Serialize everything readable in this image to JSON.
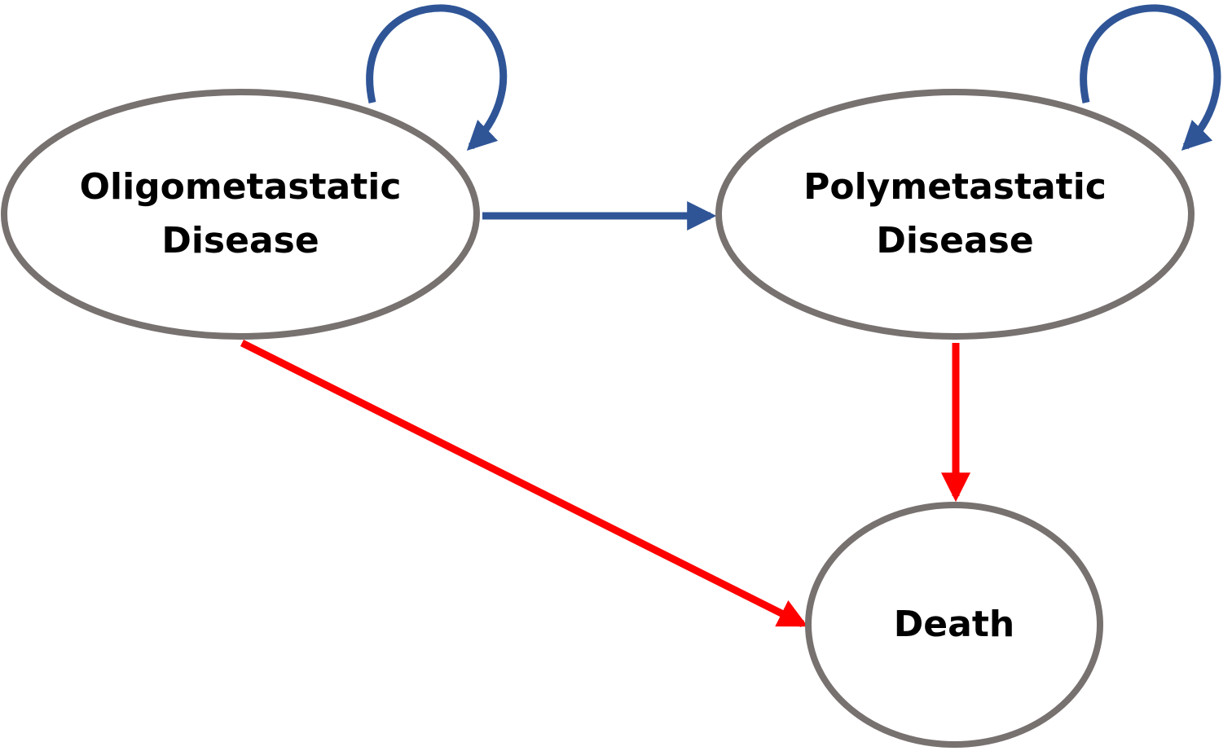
{
  "nodes": [
    {
      "id": "oligometastatic",
      "lines": [
        "Oligometastatic",
        "Disease"
      ]
    },
    {
      "id": "polymetastatic",
      "lines": [
        "Polymetastatic",
        "Disease"
      ]
    },
    {
      "id": "death",
      "lines": [
        "Death"
      ]
    }
  ],
  "edges": [
    {
      "from": "oligometastatic",
      "to": "oligometastatic",
      "kind": "self-loop",
      "color": "blue"
    },
    {
      "from": "polymetastatic",
      "to": "polymetastatic",
      "kind": "self-loop",
      "color": "blue"
    },
    {
      "from": "oligometastatic",
      "to": "polymetastatic",
      "kind": "transition",
      "color": "blue"
    },
    {
      "from": "oligometastatic",
      "to": "death",
      "kind": "transition",
      "color": "red"
    },
    {
      "from": "polymetastatic",
      "to": "death",
      "kind": "transition",
      "color": "red"
    }
  ],
  "colors": {
    "node_stroke": "#77716f",
    "text": "#000000",
    "blue_arrow": "#2f5597",
    "red_arrow": "#ff0000",
    "background": "#ffffff"
  }
}
